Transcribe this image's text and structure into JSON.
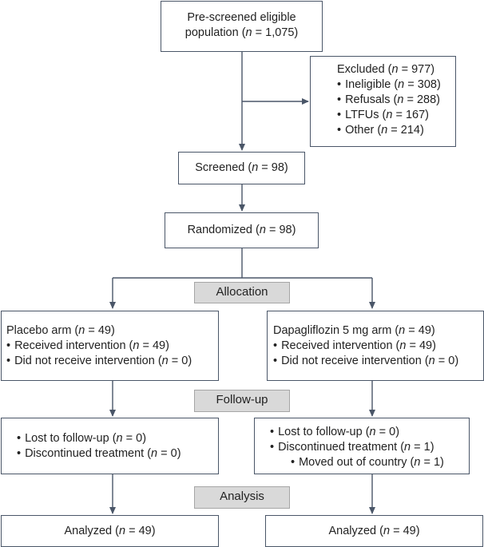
{
  "nodes": {
    "prescreened": {
      "l1": "Pre-screened eligible",
      "l2_pre": "population (",
      "n": "n",
      "l2_post": " = 1,075)"
    },
    "excluded": {
      "title_pre": "Excluded (",
      "n": "n",
      "title_post": " = 977)",
      "items": [
        {
          "pre": "Ineligible (",
          "post": " = 308)"
        },
        {
          "pre": "Refusals (",
          "post": " = 288)"
        },
        {
          "pre": "LTFUs (",
          "post": " = 167)"
        },
        {
          "pre": "Other (",
          "post": " = 214)"
        }
      ]
    },
    "screened": {
      "pre": "Screened (",
      "n": "n",
      "post": " = 98)"
    },
    "randomized": {
      "pre": "Randomized (",
      "n": "n",
      "post": " = 98)"
    },
    "placebo": {
      "title_pre": "Placebo arm (",
      "n": "n",
      "title_post": " = 49)",
      "items": [
        {
          "pre": "Received intervention (",
          "post": " = 49)"
        },
        {
          "pre": "Did not receive intervention (",
          "post": " = 0)"
        }
      ]
    },
    "dapa": {
      "title_pre": "Dapagliflozin 5 mg arm (",
      "n": "n",
      "title_post": " = 49)",
      "items": [
        {
          "pre": "Received intervention (",
          "post": " = 49)"
        },
        {
          "pre": "Did not receive intervention (",
          "post": " = 0)"
        }
      ]
    },
    "placebo_follow": {
      "items": [
        {
          "pre": "Lost to follow-up (",
          "post": " = 0)"
        },
        {
          "pre": "Discontinued treatment (",
          "post": " = 0)"
        }
      ]
    },
    "dapa_follow": {
      "items": [
        {
          "pre": "Lost to follow-up (",
          "post": " = 0)"
        },
        {
          "pre": "Discontinued treatment (",
          "post": " = 1)"
        },
        {
          "pre": "Moved out of country (",
          "post": " = 1)"
        }
      ]
    },
    "placebo_analyzed": {
      "pre": "Analyzed (",
      "n": "n",
      "post": " = 49)"
    },
    "dapa_analyzed": {
      "pre": "Analyzed (",
      "n": "n",
      "post": " = 49)"
    }
  },
  "stages": {
    "allocation": "Allocation",
    "followup": "Follow-up",
    "analysis": "Analysis"
  },
  "colors": {
    "line": "#4a5668",
    "stage_fill": "#d9d9d9"
  }
}
